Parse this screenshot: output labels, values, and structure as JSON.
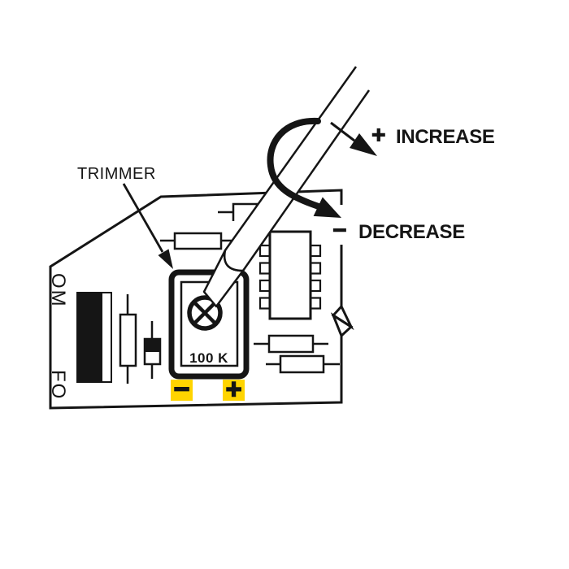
{
  "title": "Trimmer adjustment instructional diagram",
  "labels": {
    "trimmer": "TRIMMER",
    "trimmer_value": "100 K",
    "increase_sign": "+",
    "increase": "INCREASE",
    "decrease_sign": "−",
    "decrease": "DECREASE",
    "polarity_negative": "−",
    "polarity_positive": "+",
    "silkscreen_top": "OM",
    "silkscreen_bottom": "FO"
  },
  "colors": {
    "ink": "#151515",
    "highlight": "#ffd400",
    "background": "#ffffff"
  },
  "icons": {
    "screwdriver": "flat-screwdriver-icon",
    "rotation_arrow": "curved-rotation-arrow-icon",
    "increase_arrow": "increase-direction-arrow-icon",
    "trimmer_pointer": "pointer-arrow-icon"
  }
}
